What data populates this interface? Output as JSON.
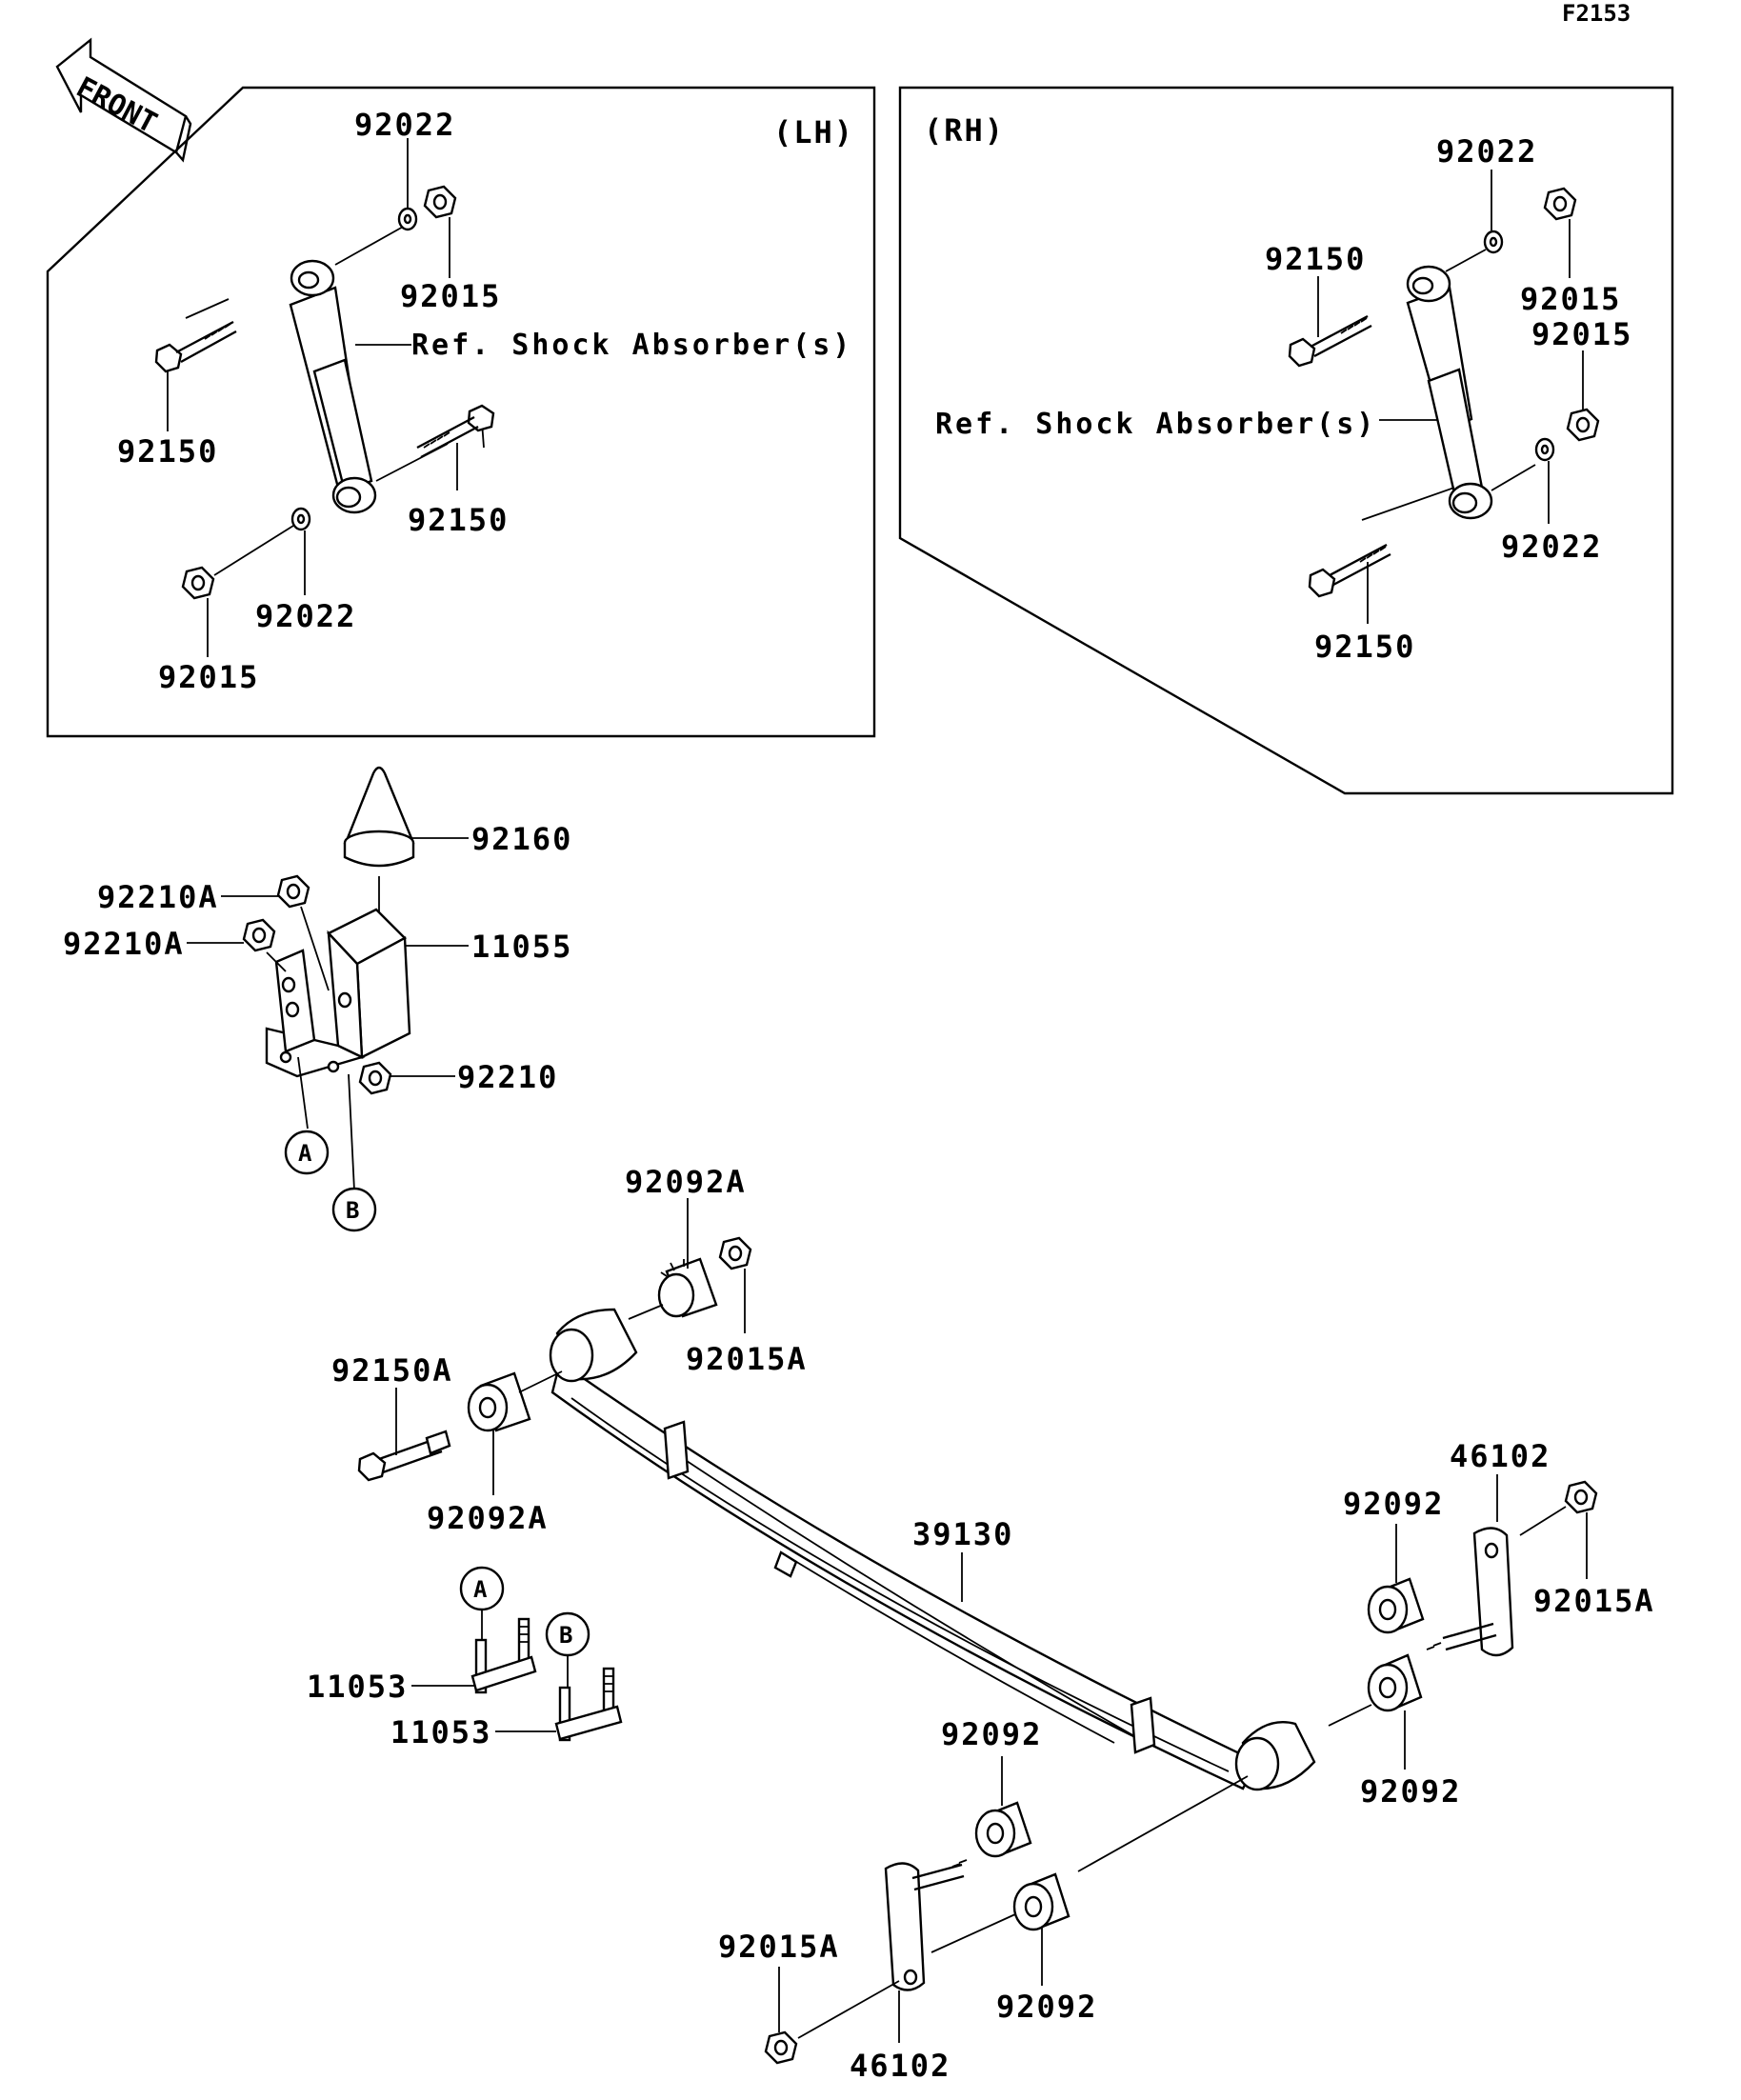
{
  "figure_id": "F2153",
  "front_label": "FRONT",
  "panels": {
    "lh": {
      "title": "(LH)",
      "ref_label": "Ref. Shock Absorber(s)"
    },
    "rh": {
      "title": "(RH)",
      "ref_label": "Ref. Shock Absorber(s)"
    }
  },
  "callouts": {
    "lh_92022_top": "92022",
    "lh_92015_top": "92015",
    "lh_92150_left": "92150",
    "lh_92150_right": "92150",
    "lh_92022_bottom": "92022",
    "lh_92015_bottom": "92015",
    "rh_92022_top": "92022",
    "rh_92150_top": "92150",
    "rh_92015_top": "92015",
    "rh_92015_mid": "92015",
    "rh_92022_bottom": "92022",
    "rh_92150_bottom": "92150",
    "bump_92160": "92160",
    "bracket_11055": "11055",
    "nut_92210A_1": "92210A",
    "nut_92210A_2": "92210A",
    "nut_92210": "92210",
    "ref_a_1": "A",
    "ref_b_1": "B",
    "bush_92092A_top": "92092A",
    "nut_92015A_top": "92015A",
    "bolt_92150A": "92150A",
    "bush_92092A_bottom": "92092A",
    "spring_39130": "39130",
    "shackle_46102_right": "46102",
    "bush_92092_right_top": "92092",
    "nut_92015A_right": "92015A",
    "bush_92092_right_bottom": "92092",
    "ubolt_11053_1": "11053",
    "ubolt_11053_2": "11053",
    "ref_a_2": "A",
    "ref_b_2": "B",
    "bush_92092_bottom_top": "92092",
    "nut_92015A_bottom": "92015A",
    "bush_92092_bottom": "92092",
    "shackle_46102_bottom": "46102"
  }
}
